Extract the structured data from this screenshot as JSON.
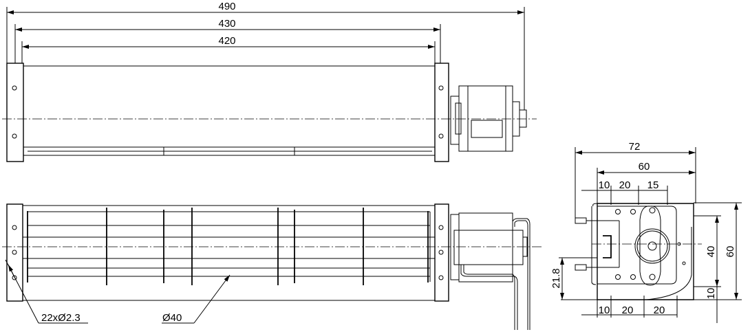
{
  "dimensions": {
    "top_view": {
      "overall_length": "490",
      "mount_length": "430",
      "housing_length": "420"
    },
    "front_view": {
      "holes": "22xØ2.3",
      "rotor_diameter": "Ø40"
    },
    "side_view": {
      "width_overall": "72",
      "width_body": "60",
      "top_offsets": [
        "10",
        "20",
        "15"
      ],
      "bottom_offsets": [
        "10",
        "20",
        "20"
      ],
      "height_overall": "60",
      "height_inner": "40",
      "height_bottom": "10",
      "shaft_height": "21.8"
    }
  }
}
